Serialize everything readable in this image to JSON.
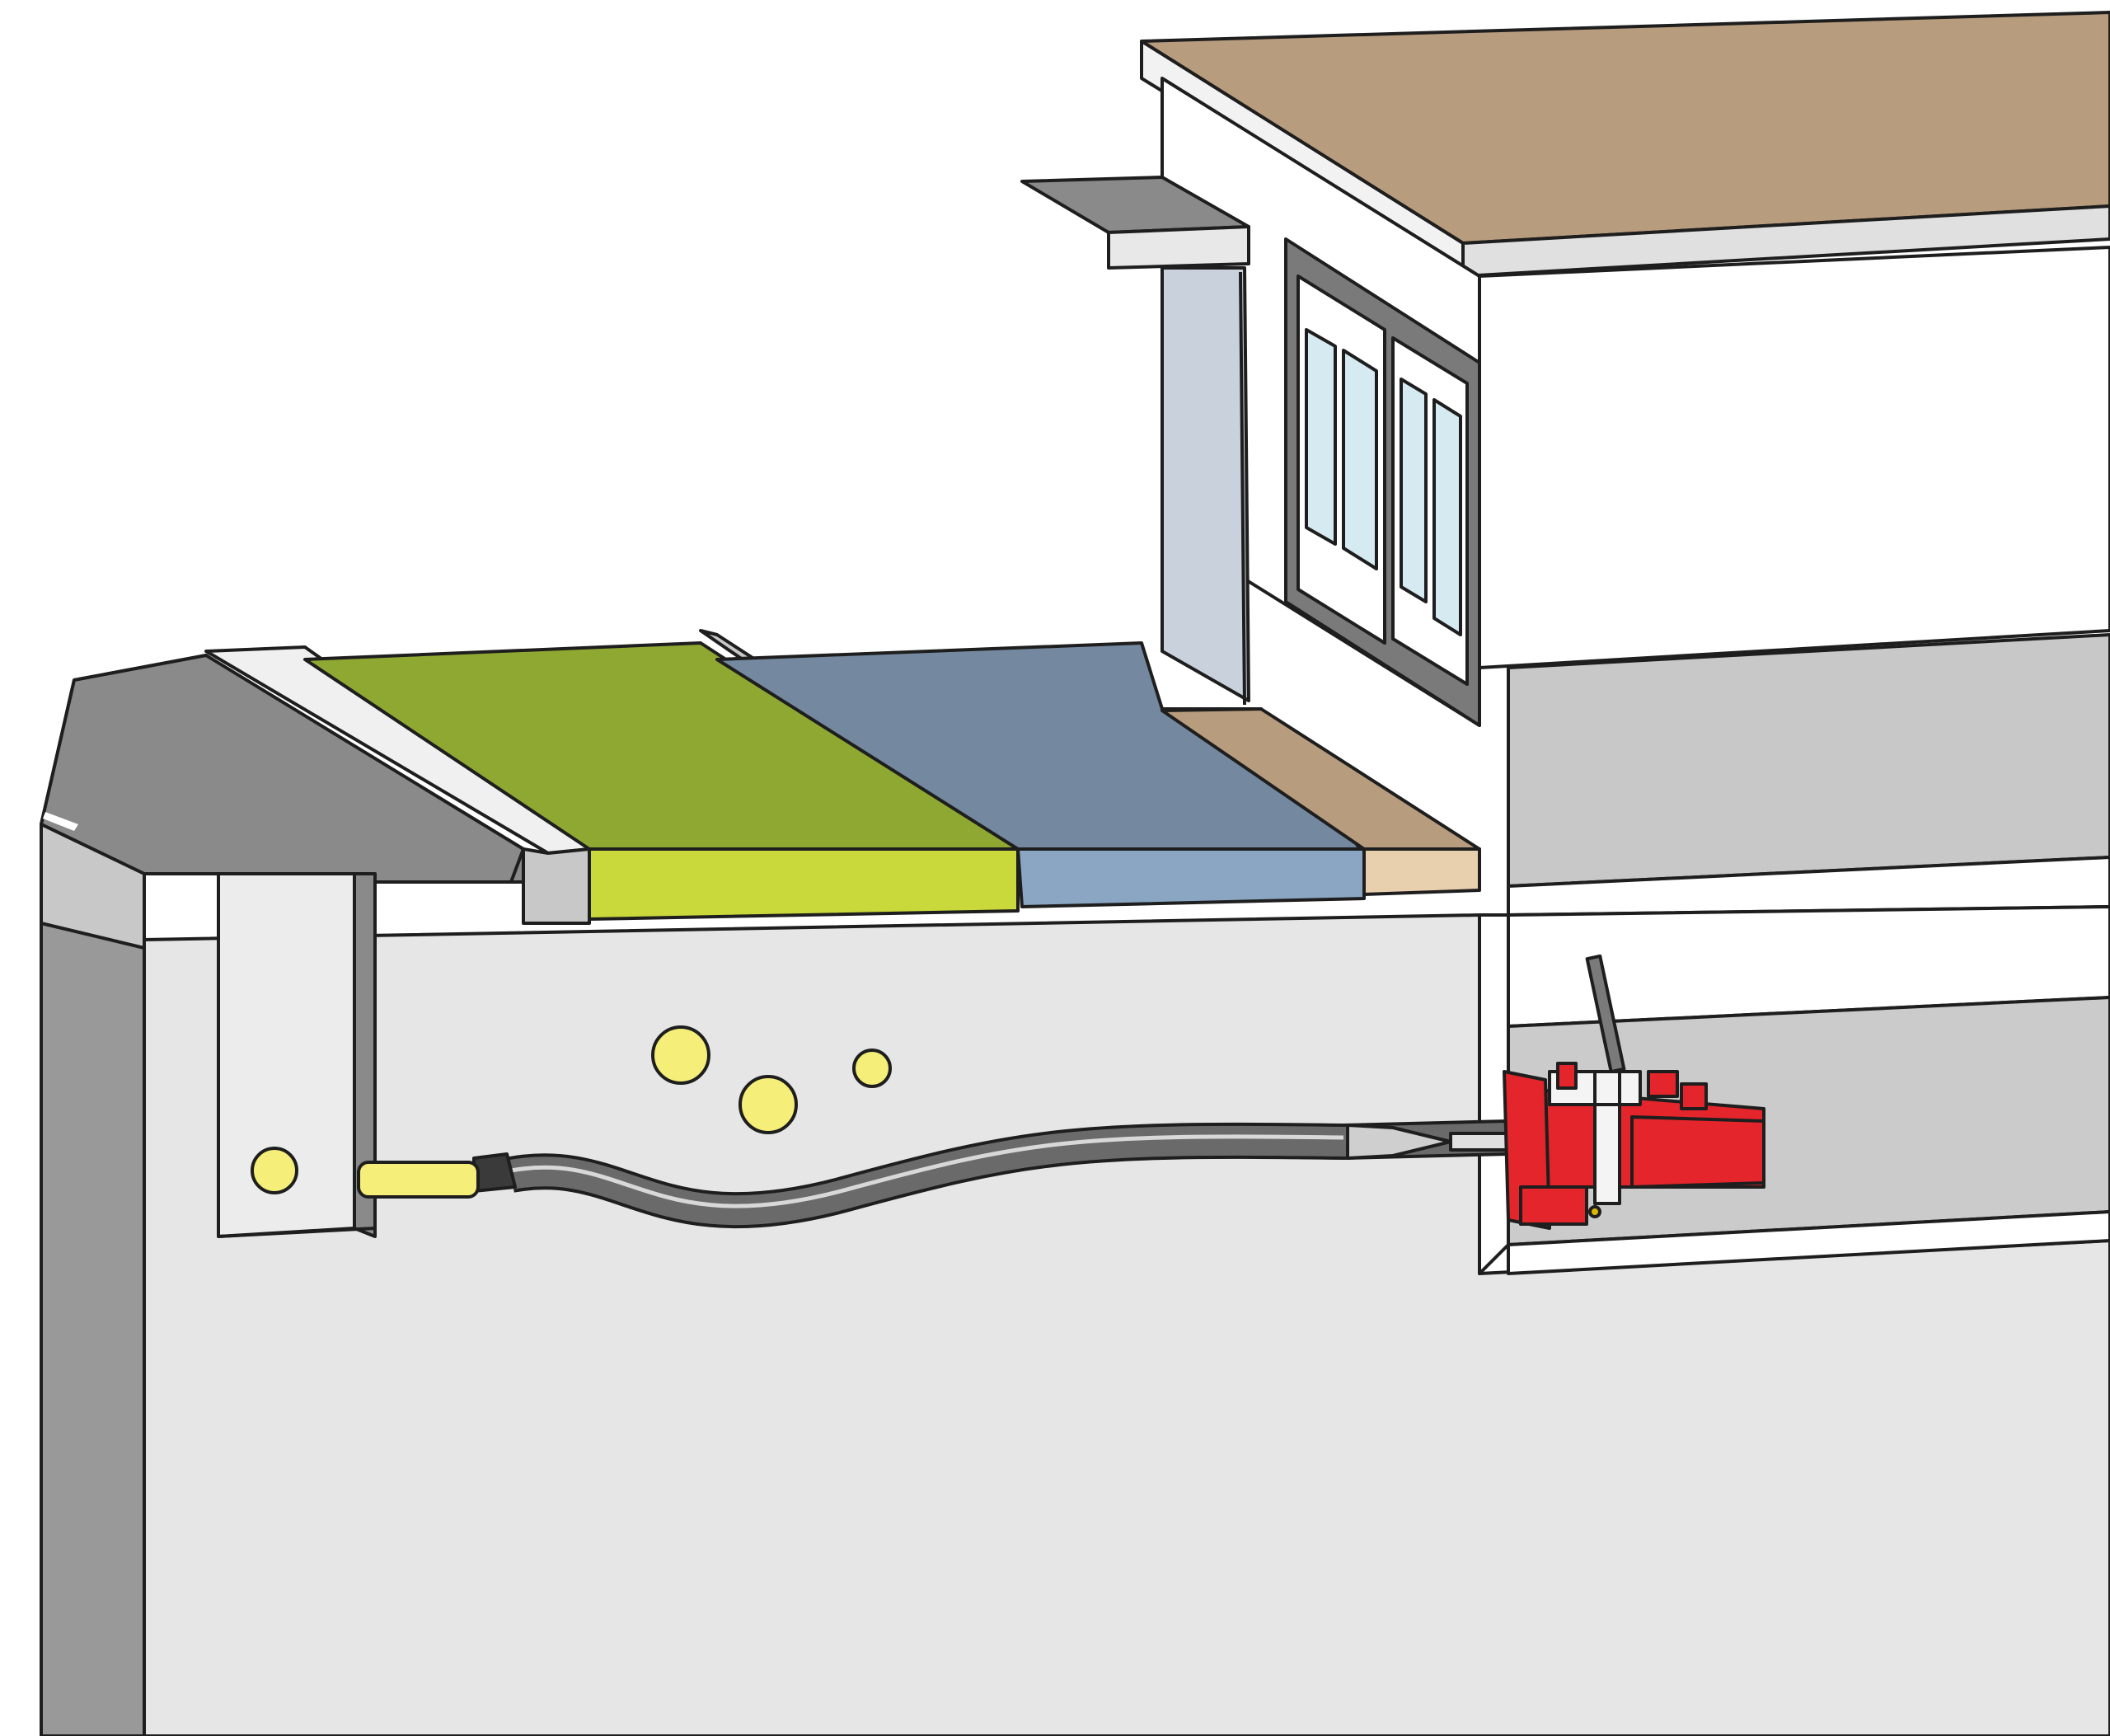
{
  "diagram": {
    "kind": "cutaway illustration",
    "text_labels": [],
    "elements": [
      "street-roadway",
      "curb",
      "green-strip",
      "sidewalk",
      "building",
      "roof",
      "balcony",
      "window",
      "soil-cross-section",
      "utility-pits",
      "existing-pipes",
      "new-pipe-hose",
      "basement",
      "pipe-bursting-machine"
    ]
  },
  "colors": {
    "road": "#8a8a8a",
    "curb": "#c8c8c8",
    "green": "#8fa832",
    "green_front": "#c9d83a",
    "sidewalk": "#7489a0",
    "sidewalk_front": "#8aa6c2",
    "brown": "#b89c7e",
    "brown_front": "#e8cfae",
    "soil": "#e6e6e6",
    "wall": "#ffffff",
    "glass": "#d6eaf2",
    "pipe_yellow": "#f5ee78",
    "hose": "#555555",
    "machine_red": "#e4252b",
    "basement_floor": "#cbcbcb"
  }
}
